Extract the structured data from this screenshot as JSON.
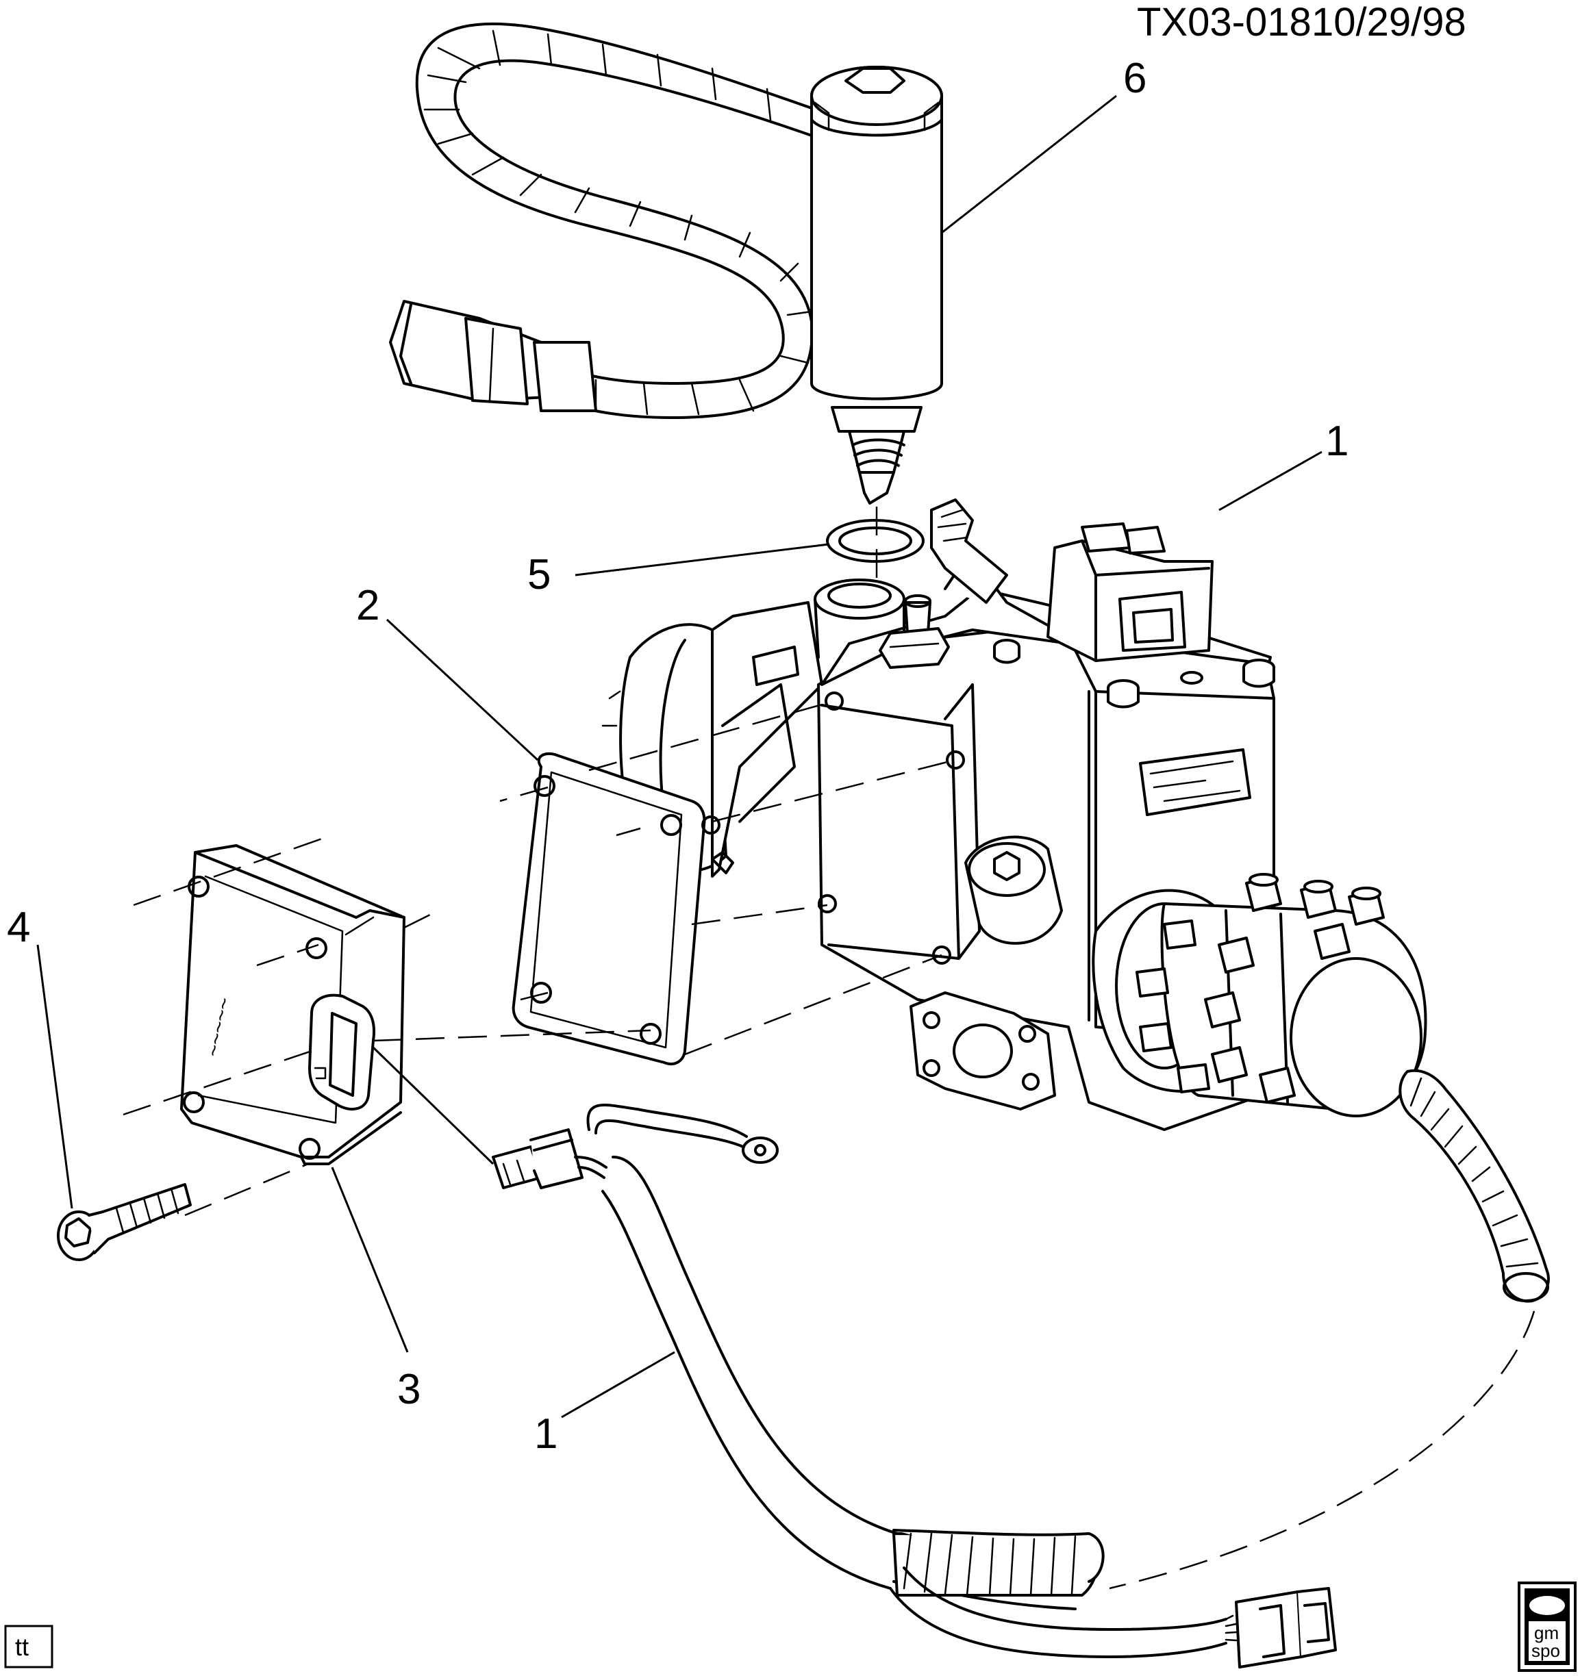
{
  "drawing_code": "TX03-018",
  "drawing_date": "10/29/98",
  "callouts": [
    "6",
    "1",
    "5",
    "2",
    "4",
    "3",
    "1"
  ],
  "corner_label": "tt",
  "logo": {
    "line1": "gm",
    "line2": "spo"
  }
}
